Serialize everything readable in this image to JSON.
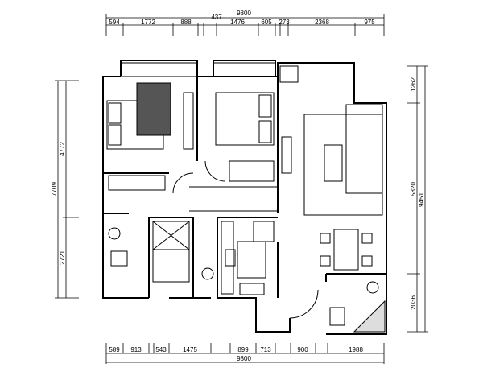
{
  "plan": {
    "top_total": "9800",
    "top_segments": [
      "594",
      "1772",
      "888",
      "437",
      "1476",
      "605",
      "273",
      "2368",
      "975"
    ],
    "bottom_total": "9800",
    "bottom_segments": [
      "589",
      "913",
      "543",
      "1475",
      "899",
      "713",
      "900",
      "1988"
    ],
    "left_total": "7709",
    "left_segments": [
      "4772",
      "2721"
    ],
    "right_total": "9451",
    "right_segments": [
      "1262",
      "5820",
      "2036"
    ]
  }
}
